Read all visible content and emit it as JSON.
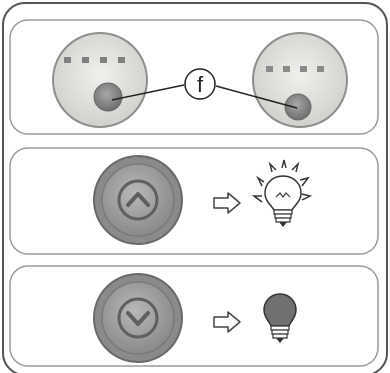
{
  "callout": {
    "label": "f"
  },
  "panels": [
    {
      "id": "indicator-panel",
      "content": "two-round-lens-views-with-dots"
    },
    {
      "id": "brightness-up-panel",
      "button_icon": "chevron-up-icon",
      "arrow_icon": "right-arrow-icon",
      "result_icon": "lit-bulb-icon"
    },
    {
      "id": "brightness-down-panel",
      "button_icon": "chevron-down-icon",
      "arrow_icon": "right-arrow-icon",
      "result_icon": "unlit-bulb-icon"
    }
  ],
  "colors": {
    "frame": "#555555",
    "panel_border": "#9a9a9a",
    "lens_fill": "#e2e4df",
    "dot": "#808080",
    "led": "#8c8c8c",
    "button_ring": "#777777",
    "button_face": "#9c9c9c",
    "bulb_dark": "#707070"
  }
}
